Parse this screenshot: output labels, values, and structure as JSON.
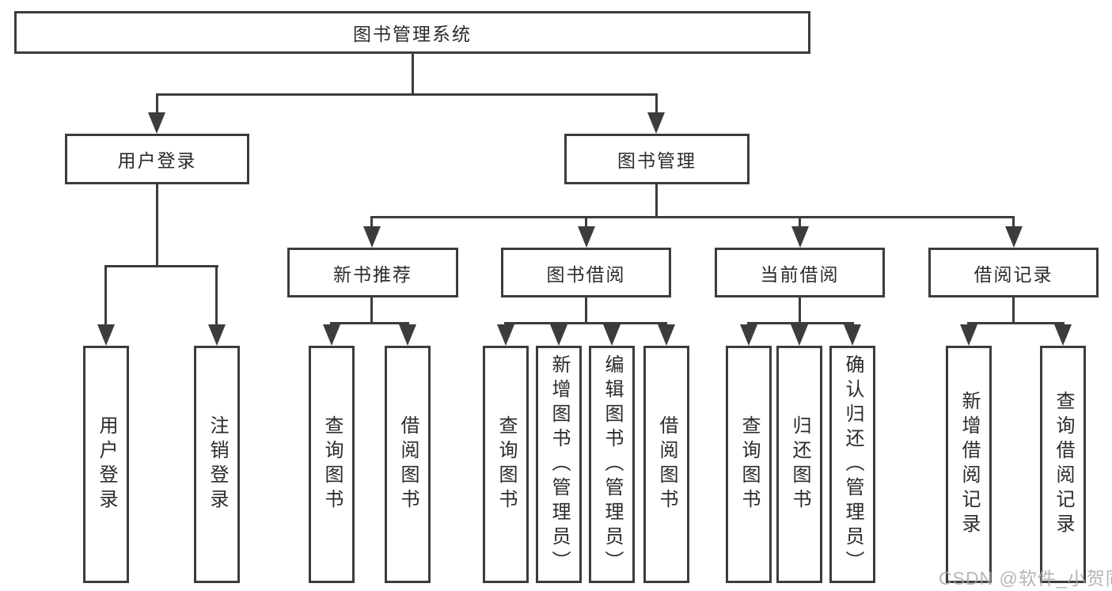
{
  "diagram": {
    "root": {
      "label": "图书管理系统"
    },
    "nodes": {
      "user_login": {
        "label": "用户登录"
      },
      "book_management": {
        "label": "图书管理"
      },
      "new_book_recommend": {
        "label": "新书推荐"
      },
      "book_borrowing": {
        "label": "图书借阅"
      },
      "current_borrowing": {
        "label": "当前借阅"
      },
      "borrowing_records": {
        "label": "借阅记录"
      }
    },
    "leaves": {
      "user_login_leaf": {
        "label": "用户登录"
      },
      "logout": {
        "label": "注销登录"
      },
      "nb_query_books": {
        "label": "查询图书"
      },
      "nb_borrow_books": {
        "label": "借阅图书"
      },
      "bb_query_books": {
        "label": "查询图书"
      },
      "bb_add_books": {
        "label": "新增图书（管理员）"
      },
      "bb_edit_books": {
        "label": "编辑图书（管理员）"
      },
      "bb_borrow_books": {
        "label": "借阅图书"
      },
      "cb_query_books": {
        "label": "查询图书"
      },
      "cb_return_books": {
        "label": "归还图书"
      },
      "cb_confirm_return": {
        "label": "确认归还（管理员）"
      },
      "br_add_record": {
        "label": "新增借阅记录"
      },
      "br_query_record": {
        "label": "查询借阅记录"
      }
    }
  },
  "watermark": {
    "text": "CSDN @软件_小贺同学"
  },
  "colors": {
    "line": "#3c3c3c",
    "text": "#2b2b2b",
    "watermark": "#a9a9a9",
    "bg": "#ffffff"
  }
}
